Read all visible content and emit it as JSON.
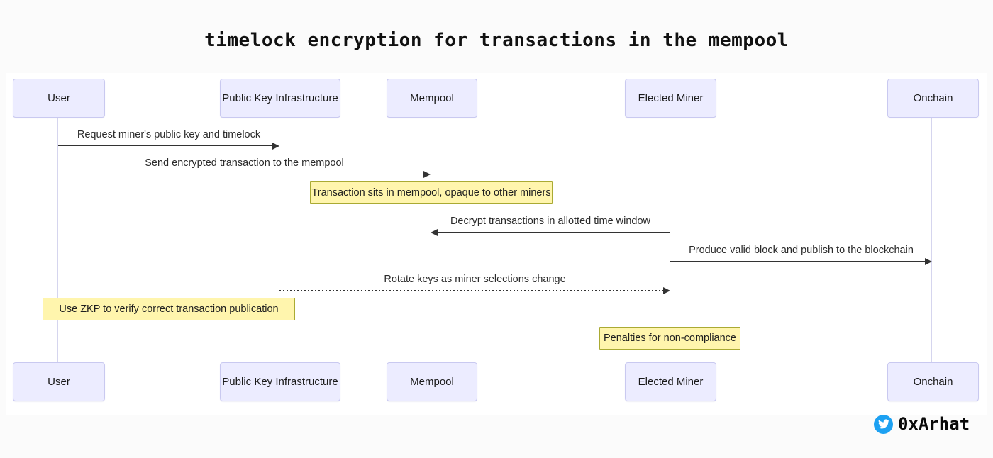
{
  "title": "timelock encryption for transactions in the mempool",
  "actors": [
    {
      "label": "User"
    },
    {
      "label": "Public Key Infrastructure"
    },
    {
      "label": "Mempool"
    },
    {
      "label": "Elected Miner"
    },
    {
      "label": "Onchain"
    }
  ],
  "messages": [
    {
      "label": "Request miner's public key and timelock",
      "from": "User",
      "to": "Public Key Infrastructure",
      "style": "solid"
    },
    {
      "label": "Send encrypted transaction to the mempool",
      "from": "User",
      "to": "Mempool",
      "style": "solid"
    },
    {
      "label": "Decrypt transactions in allotted time window",
      "from": "Elected Miner",
      "to": "Mempool",
      "style": "solid"
    },
    {
      "label": "Produce valid block and publish to the blockchain",
      "from": "Elected Miner",
      "to": "Onchain",
      "style": "solid"
    },
    {
      "label": "Rotate keys as miner selections change",
      "from": "Public Key Infrastructure",
      "to": "Elected Miner",
      "style": "dotted"
    }
  ],
  "notes": [
    {
      "label": "Transaction sits in mempool, opaque to other miners",
      "over": "Mempool"
    },
    {
      "label": "Use ZKP to verify correct transaction publication",
      "over": "User, Public Key Infrastructure"
    },
    {
      "label": "Penalties for non-compliance",
      "over": "Elected Miner"
    }
  ],
  "signature": {
    "handle": "0xArhat",
    "icon": "twitter-icon"
  },
  "colors": {
    "actor_fill": "#ECECFF",
    "actor_border": "#c9c9f0",
    "note_fill": "#fff5ad",
    "note_border": "#aaaa33",
    "lifeline": "#d5d5ee",
    "arrow": "#333333",
    "twitter_blue": "#1DA1F2",
    "background": "#fbfbfb",
    "diagram_background": "#ffffff"
  }
}
